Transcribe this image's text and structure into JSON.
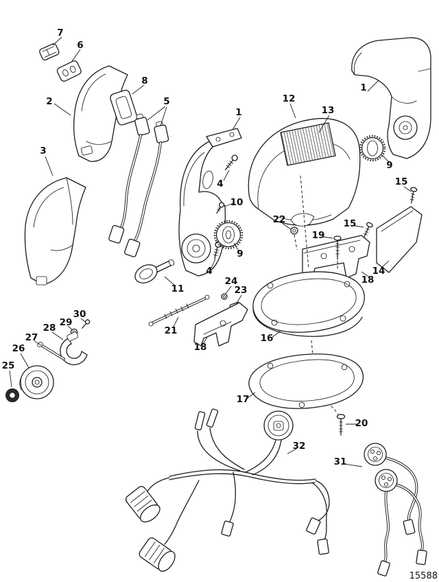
{
  "figure": {
    "number": "15588"
  },
  "callouts": [
    {
      "label": "7"
    },
    {
      "label": "6"
    },
    {
      "label": "2"
    },
    {
      "label": "8"
    },
    {
      "label": "5"
    },
    {
      "label": "3"
    },
    {
      "label": "1"
    },
    {
      "label": "12"
    },
    {
      "label": "13"
    },
    {
      "label": "1"
    },
    {
      "label": "9"
    },
    {
      "label": "15"
    },
    {
      "label": "4"
    },
    {
      "label": "10"
    },
    {
      "label": "22"
    },
    {
      "label": "15"
    },
    {
      "label": "19"
    },
    {
      "label": "9"
    },
    {
      "label": "14"
    },
    {
      "label": "18"
    },
    {
      "label": "4"
    },
    {
      "label": "24"
    },
    {
      "label": "23"
    },
    {
      "label": "11"
    },
    {
      "label": "21"
    },
    {
      "label": "18"
    },
    {
      "label": "16"
    },
    {
      "label": "30"
    },
    {
      "label": "29"
    },
    {
      "label": "28"
    },
    {
      "label": "27"
    },
    {
      "label": "26"
    },
    {
      "label": "25"
    },
    {
      "label": "17"
    },
    {
      "label": "20"
    },
    {
      "label": "32"
    },
    {
      "label": "31"
    }
  ]
}
